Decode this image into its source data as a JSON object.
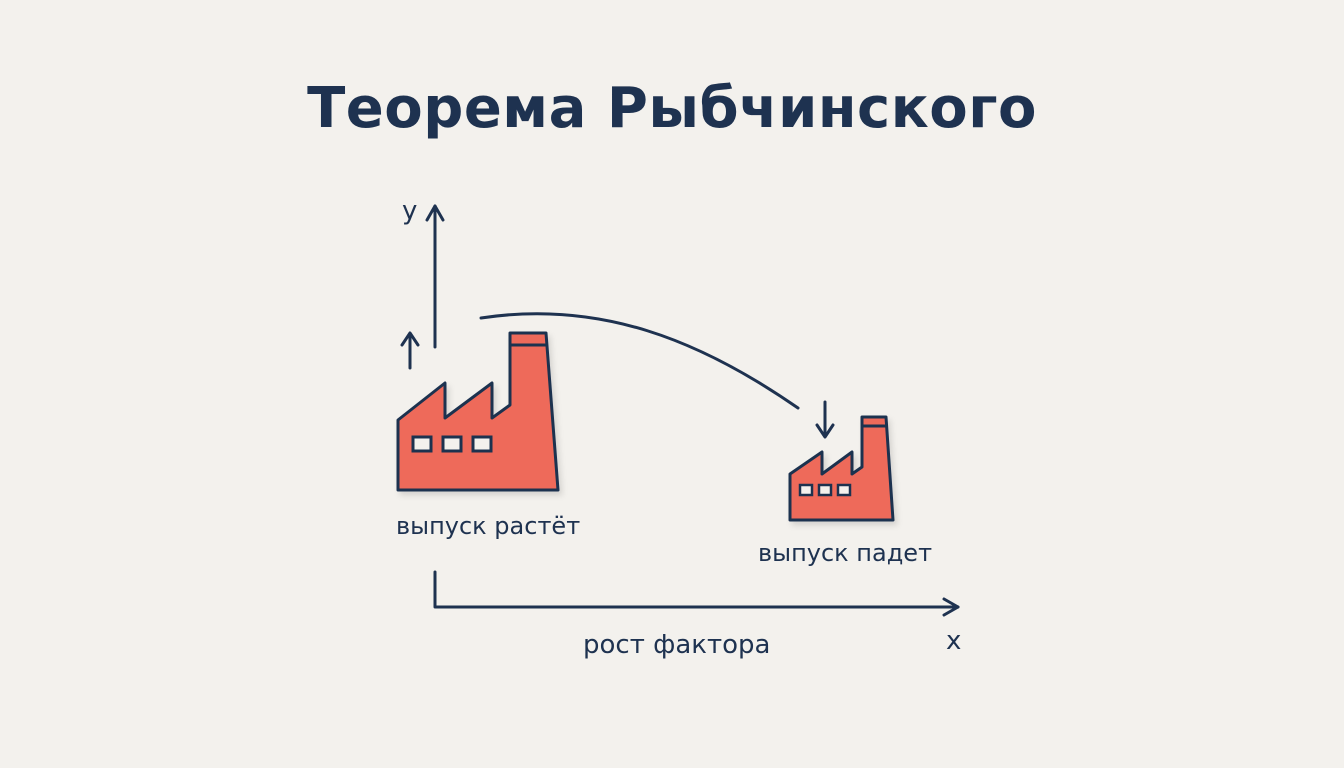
{
  "title": "Теорема Рыбчинского",
  "axes": {
    "y_label": "y",
    "x_label": "x",
    "x_caption": "рост фактора"
  },
  "factories": [
    {
      "caption": "выпуск растёт",
      "direction": "up"
    },
    {
      "caption": "выпуск падет",
      "direction": "down"
    }
  ],
  "colors": {
    "factory_fill": "#ee6b5a",
    "ink": "#1e3250",
    "background": "#f3f1ed"
  }
}
